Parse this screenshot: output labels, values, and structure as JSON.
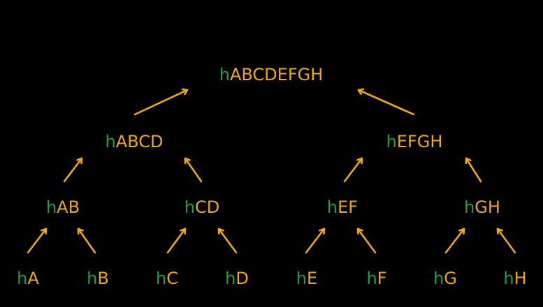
{
  "colors": {
    "background": "#000000",
    "prefix": "#1f9e4a",
    "label": "#f0a810",
    "arrow": "#f0a810"
  },
  "tree": {
    "prefix": "h",
    "root": {
      "label": "ABCDEFGH"
    },
    "level1": [
      {
        "label": "ABCD"
      },
      {
        "label": "EFGH"
      }
    ],
    "level2": [
      {
        "label": "AB"
      },
      {
        "label": "CD"
      },
      {
        "label": "EF"
      },
      {
        "label": "GH"
      }
    ],
    "leaves": [
      {
        "label": "A"
      },
      {
        "label": "B"
      },
      {
        "label": "C"
      },
      {
        "label": "D"
      },
      {
        "label": "E"
      },
      {
        "label": "F"
      },
      {
        "label": "G"
      },
      {
        "label": "H"
      }
    ]
  }
}
